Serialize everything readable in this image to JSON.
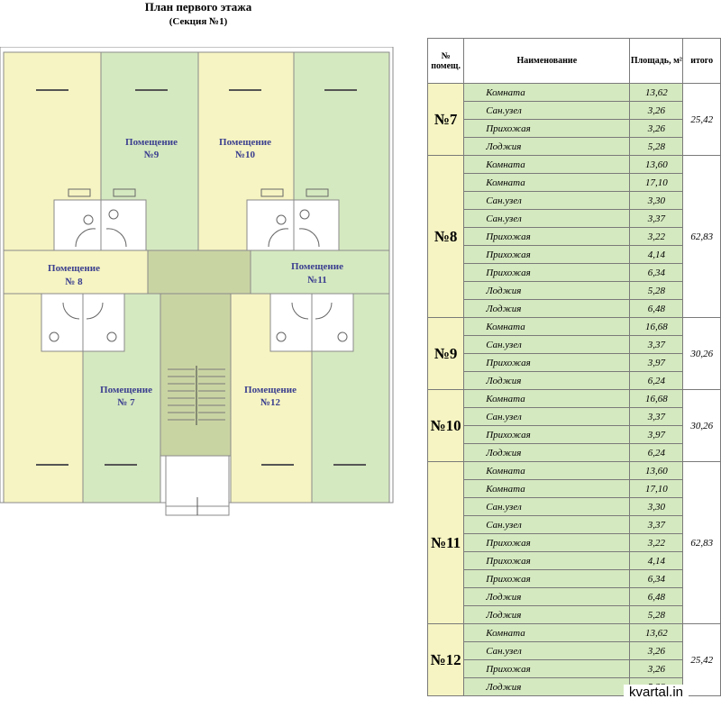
{
  "header": {
    "title": "План первого этажа",
    "subtitle": "(Секция №1)"
  },
  "plan": {
    "labels": {
      "r9_word": "Помещение",
      "r9_num": "№9",
      "r10_word": "Помещение",
      "r10_num": "№10",
      "r8_word": "Помещение",
      "r8_num": "№ 8",
      "r11_word": "Помещение",
      "r11_num": "№11",
      "r7_word": "Помещение",
      "r7_num": "№ 7",
      "r12_word": "Помещение",
      "r12_num": "№12"
    },
    "colors": {
      "yellow": "#f6f4c2",
      "green": "#d5e9c0",
      "stair": "#c9d4a3",
      "wall": "#8a8a8a"
    }
  },
  "table": {
    "headers": {
      "num": "№ помещ.",
      "name": "Наименование",
      "area": "Площадь, м²",
      "total": "итого"
    },
    "groups": [
      {
        "id": "№7",
        "total": "25,42",
        "rows": [
          {
            "name": "Комната",
            "area": "13,62"
          },
          {
            "name": "Сан.узел",
            "area": "3,26"
          },
          {
            "name": "Прихожая",
            "area": "3,26"
          },
          {
            "name": "Лоджия",
            "area": "5,28"
          }
        ]
      },
      {
        "id": "№8",
        "total": "62,83",
        "rows": [
          {
            "name": "Комната",
            "area": "13,60"
          },
          {
            "name": "Комната",
            "area": "17,10"
          },
          {
            "name": "Сан.узел",
            "area": "3,30"
          },
          {
            "name": "Сан.узел",
            "area": "3,37"
          },
          {
            "name": "Прихожая",
            "area": "3,22"
          },
          {
            "name": "Прихожая",
            "area": "4,14"
          },
          {
            "name": "Прихожая",
            "area": "6,34"
          },
          {
            "name": "Лоджия",
            "area": "5,28"
          },
          {
            "name": "Лоджия",
            "area": "6,48"
          }
        ]
      },
      {
        "id": "№9",
        "total": "30,26",
        "rows": [
          {
            "name": "Комната",
            "area": "16,68"
          },
          {
            "name": "Сан.узел",
            "area": "3,37"
          },
          {
            "name": "Прихожая",
            "area": "3,97"
          },
          {
            "name": "Лоджия",
            "area": "6,24"
          }
        ]
      },
      {
        "id": "№10",
        "total": "30,26",
        "rows": [
          {
            "name": "Комната",
            "area": "16,68"
          },
          {
            "name": "Сан.узел",
            "area": "3,37"
          },
          {
            "name": "Прихожая",
            "area": "3,97"
          },
          {
            "name": "Лоджия",
            "area": "6,24"
          }
        ]
      },
      {
        "id": "№11",
        "total": "62,83",
        "rows": [
          {
            "name": "Комната",
            "area": "13,60"
          },
          {
            "name": "Комната",
            "area": "17,10"
          },
          {
            "name": "Сан.узел",
            "area": "3,30"
          },
          {
            "name": "Сан.узел",
            "area": "3,37"
          },
          {
            "name": "Прихожая",
            "area": "3,22"
          },
          {
            "name": "Прихожая",
            "area": "4,14"
          },
          {
            "name": "Прихожая",
            "area": "6,34"
          },
          {
            "name": "Лоджия",
            "area": "6,48"
          },
          {
            "name": "Лоджия",
            "area": "5,28"
          }
        ]
      },
      {
        "id": "№12",
        "total": "25,42",
        "rows": [
          {
            "name": "Комната",
            "area": "13,62"
          },
          {
            "name": "Сан.узел",
            "area": "3,26"
          },
          {
            "name": "Прихожая",
            "area": "3,26"
          },
          {
            "name": "Лоджия",
            "area": "5,28"
          }
        ]
      }
    ]
  },
  "watermark": "kvartal.in"
}
